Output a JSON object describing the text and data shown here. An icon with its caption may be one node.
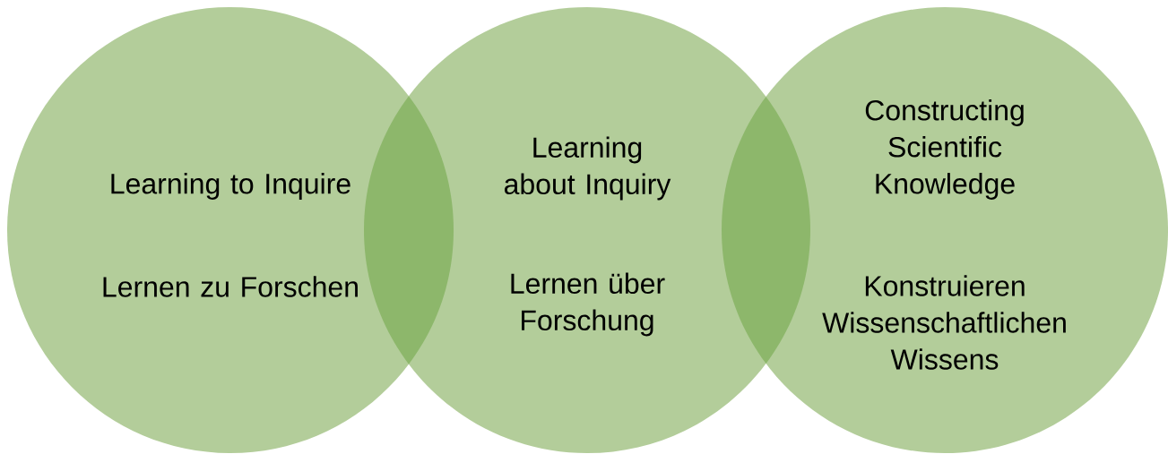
{
  "diagram": {
    "nodes": [
      {
        "text": [
          "Learning to Inquire",
          "Lernen zu Forschen"
        ]
      },
      {
        "text": [
          "Learning about Inquiry",
          "Lernen über Forschung"
        ]
      },
      {
        "text": [
          "Constructing Scientific Knowledge",
          "Konstruieren Wissenschaftlichen Wissens"
        ]
      }
    ]
  }
}
